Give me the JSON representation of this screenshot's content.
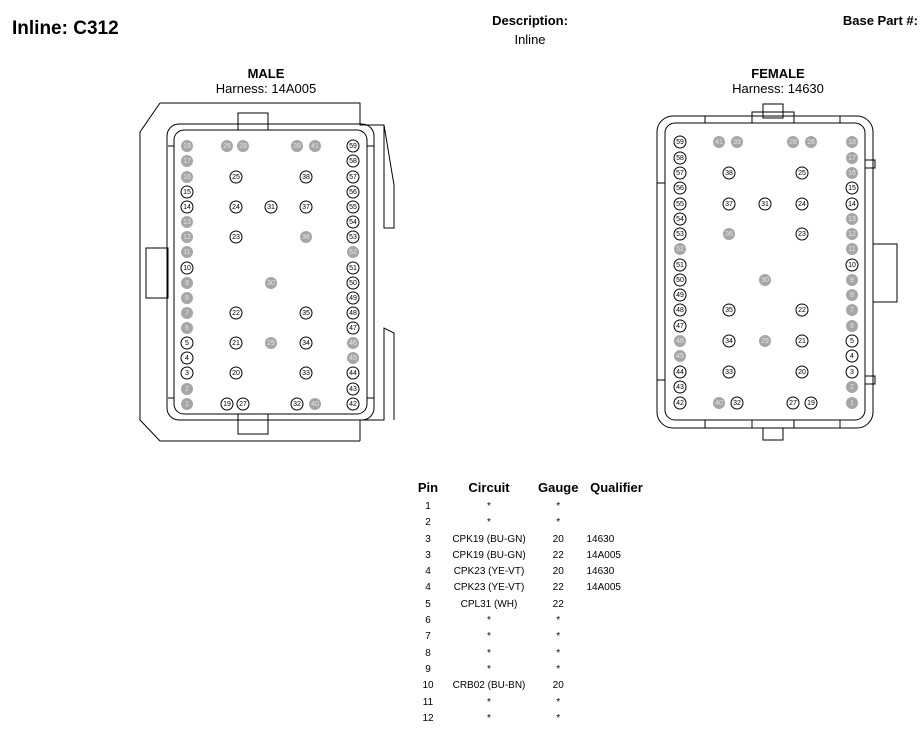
{
  "header": {
    "title": "Inline: C312",
    "description_label": "Description:",
    "description_value": "Inline",
    "base_part_label": "Base Part #:"
  },
  "male": {
    "title": "MALE",
    "harness": "Harness: 14A005",
    "pins": [
      {
        "n": "18",
        "active": false
      },
      {
        "n": "26",
        "active": false
      },
      {
        "n": "28",
        "active": false
      },
      {
        "n": "39",
        "active": false
      },
      {
        "n": "41",
        "active": false
      },
      {
        "n": "59",
        "active": true
      },
      {
        "n": "17",
        "active": false
      },
      {
        "n": "58",
        "active": true
      },
      {
        "n": "16",
        "active": false
      },
      {
        "n": "25",
        "active": true
      },
      {
        "n": "38",
        "active": true
      },
      {
        "n": "57",
        "active": true
      },
      {
        "n": "15",
        "active": true
      },
      {
        "n": "56",
        "active": true
      },
      {
        "n": "14",
        "active": true
      },
      {
        "n": "24",
        "active": true
      },
      {
        "n": "31",
        "active": true
      },
      {
        "n": "37",
        "active": true
      },
      {
        "n": "55",
        "active": true
      },
      {
        "n": "13",
        "active": false
      },
      {
        "n": "54",
        "active": true
      },
      {
        "n": "12",
        "active": false
      },
      {
        "n": "23",
        "active": true
      },
      {
        "n": "36",
        "active": false
      },
      {
        "n": "53",
        "active": true
      },
      {
        "n": "11",
        "active": false
      },
      {
        "n": "52",
        "active": false
      },
      {
        "n": "10",
        "active": true
      },
      {
        "n": "51",
        "active": true
      },
      {
        "n": "9",
        "active": false
      },
      {
        "n": "30",
        "active": false
      },
      {
        "n": "50",
        "active": true
      },
      {
        "n": "8",
        "active": false
      },
      {
        "n": "49",
        "active": true
      },
      {
        "n": "7",
        "active": false
      },
      {
        "n": "22",
        "active": true
      },
      {
        "n": "35",
        "active": true
      },
      {
        "n": "48",
        "active": true
      },
      {
        "n": "6",
        "active": false
      },
      {
        "n": "47",
        "active": true
      },
      {
        "n": "5",
        "active": true
      },
      {
        "n": "21",
        "active": true
      },
      {
        "n": "29",
        "active": false
      },
      {
        "n": "34",
        "active": true
      },
      {
        "n": "46",
        "active": false
      },
      {
        "n": "4",
        "active": true
      },
      {
        "n": "45",
        "active": false
      },
      {
        "n": "3",
        "active": true
      },
      {
        "n": "20",
        "active": true
      },
      {
        "n": "33",
        "active": true
      },
      {
        "n": "44",
        "active": true
      },
      {
        "n": "2",
        "active": false
      },
      {
        "n": "43",
        "active": true
      },
      {
        "n": "1",
        "active": false
      },
      {
        "n": "19",
        "active": true
      },
      {
        "n": "27",
        "active": true
      },
      {
        "n": "32",
        "active": true
      },
      {
        "n": "40",
        "active": false
      },
      {
        "n": "42",
        "active": true
      }
    ]
  },
  "female": {
    "title": "FEMALE",
    "harness": "Harness: 14630",
    "pins": [
      {
        "n": "59",
        "active": true
      },
      {
        "n": "41",
        "active": false
      },
      {
        "n": "39",
        "active": false
      },
      {
        "n": "28",
        "active": false
      },
      {
        "n": "26",
        "active": false
      },
      {
        "n": "18",
        "active": false
      },
      {
        "n": "58",
        "active": true
      },
      {
        "n": "17",
        "active": false
      },
      {
        "n": "57",
        "active": true
      },
      {
        "n": "38",
        "active": true
      },
      {
        "n": "25",
        "active": true
      },
      {
        "n": "16",
        "active": false
      },
      {
        "n": "56",
        "active": true
      },
      {
        "n": "15",
        "active": true
      },
      {
        "n": "55",
        "active": true
      },
      {
        "n": "37",
        "active": true
      },
      {
        "n": "31",
        "active": true
      },
      {
        "n": "24",
        "active": true
      },
      {
        "n": "14",
        "active": true
      },
      {
        "n": "54",
        "active": true
      },
      {
        "n": "13",
        "active": false
      },
      {
        "n": "53",
        "active": true
      },
      {
        "n": "36",
        "active": false
      },
      {
        "n": "23",
        "active": true
      },
      {
        "n": "12",
        "active": false
      },
      {
        "n": "52",
        "active": false
      },
      {
        "n": "11",
        "active": false
      },
      {
        "n": "51",
        "active": true
      },
      {
        "n": "10",
        "active": true
      },
      {
        "n": "50",
        "active": true
      },
      {
        "n": "30",
        "active": false
      },
      {
        "n": "9",
        "active": false
      },
      {
        "n": "49",
        "active": true
      },
      {
        "n": "8",
        "active": false
      },
      {
        "n": "48",
        "active": true
      },
      {
        "n": "35",
        "active": true
      },
      {
        "n": "22",
        "active": true
      },
      {
        "n": "7",
        "active": false
      },
      {
        "n": "47",
        "active": true
      },
      {
        "n": "6",
        "active": false
      },
      {
        "n": "46",
        "active": false
      },
      {
        "n": "34",
        "active": true
      },
      {
        "n": "29",
        "active": false
      },
      {
        "n": "21",
        "active": true
      },
      {
        "n": "5",
        "active": true
      },
      {
        "n": "45",
        "active": false
      },
      {
        "n": "4",
        "active": true
      },
      {
        "n": "44",
        "active": true
      },
      {
        "n": "33",
        "active": true
      },
      {
        "n": "20",
        "active": true
      },
      {
        "n": "3",
        "active": true
      },
      {
        "n": "43",
        "active": true
      },
      {
        "n": "2",
        "active": false
      },
      {
        "n": "42",
        "active": true
      },
      {
        "n": "40",
        "active": false
      },
      {
        "n": "32",
        "active": true
      },
      {
        "n": "27",
        "active": true
      },
      {
        "n": "19",
        "active": true
      },
      {
        "n": "1",
        "active": false
      }
    ]
  },
  "colors": {
    "active_fill": "#ffffff",
    "inactive_fill": "#a6a6a6",
    "inactive_text": "#e6e6e6",
    "outline": "#000000"
  },
  "table": {
    "headers": [
      "Pin",
      "Circuit",
      "Gauge",
      "Qualifier"
    ],
    "rows": [
      [
        "1",
        "*",
        "*",
        ""
      ],
      [
        "2",
        "*",
        "*",
        ""
      ],
      [
        "3",
        "CPK19 (BU-GN)",
        "20",
        "14630"
      ],
      [
        "3",
        "CPK19 (BU-GN)",
        "22",
        "14A005"
      ],
      [
        "4",
        "CPK23 (YE-VT)",
        "20",
        "14630"
      ],
      [
        "4",
        "CPK23 (YE-VT)",
        "22",
        "14A005"
      ],
      [
        "5",
        "CPL31 (WH)",
        "22",
        ""
      ],
      [
        "6",
        "*",
        "*",
        ""
      ],
      [
        "7",
        "*",
        "*",
        ""
      ],
      [
        "8",
        "*",
        "*",
        ""
      ],
      [
        "9",
        "*",
        "*",
        ""
      ],
      [
        "10",
        "CRB02 (BU-BN)",
        "20",
        ""
      ],
      [
        "11",
        "*",
        "*",
        ""
      ],
      [
        "12",
        "*",
        "*",
        ""
      ]
    ]
  }
}
